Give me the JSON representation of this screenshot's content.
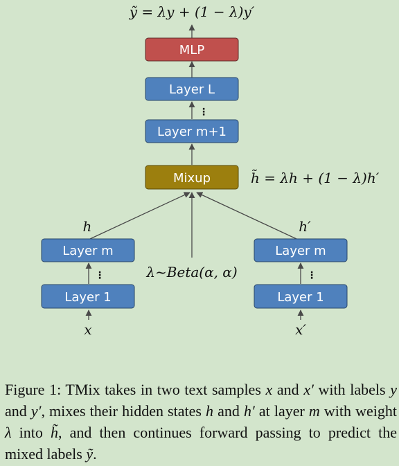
{
  "diagram": {
    "output_formula": "ỹ = λy + (1 − λ)y′",
    "mixup_formula": "h̃ = λh + (1 − λ)h′",
    "lambda_formula": "λ~Beta(α, α)",
    "left_hidden": "h",
    "right_hidden": "h′",
    "left_input": "x",
    "right_input": "x′",
    "continuation_dots": "⋮",
    "boxes": {
      "mlp": "MLP",
      "layer_L": "Layer L",
      "layer_m1": "Layer m+1",
      "mixup": "Mixup",
      "left_layer_m": "Layer m",
      "left_layer_1": "Layer 1",
      "right_layer_m": "Layer m",
      "right_layer_1": "Layer 1"
    },
    "colors": {
      "mlp": "#c0504d",
      "layer": "#4f81bd",
      "mixup": "#9c7f0e",
      "background": "#d3e5cc"
    }
  },
  "caption": {
    "label": "Figure 1:",
    "t1": " TMix takes in two text samples ",
    "x": "x",
    "t2": " and ",
    "x_prime": "x′",
    "t3": " with labels ",
    "y": "y",
    "t4": " and ",
    "y_prime": "y′",
    "t5": ", mixes their hidden states ",
    "h": "h",
    "t6": " and ",
    "h_prime": "h′",
    "t7": " at layer ",
    "m": "m",
    "t8": " with weight ",
    "lambda": "λ",
    "t9": " into ",
    "h_tilde": "h̃",
    "t10": ", and then continues forward passing to predict the mixed labels ",
    "y_tilde": "ỹ",
    "t11": "."
  }
}
